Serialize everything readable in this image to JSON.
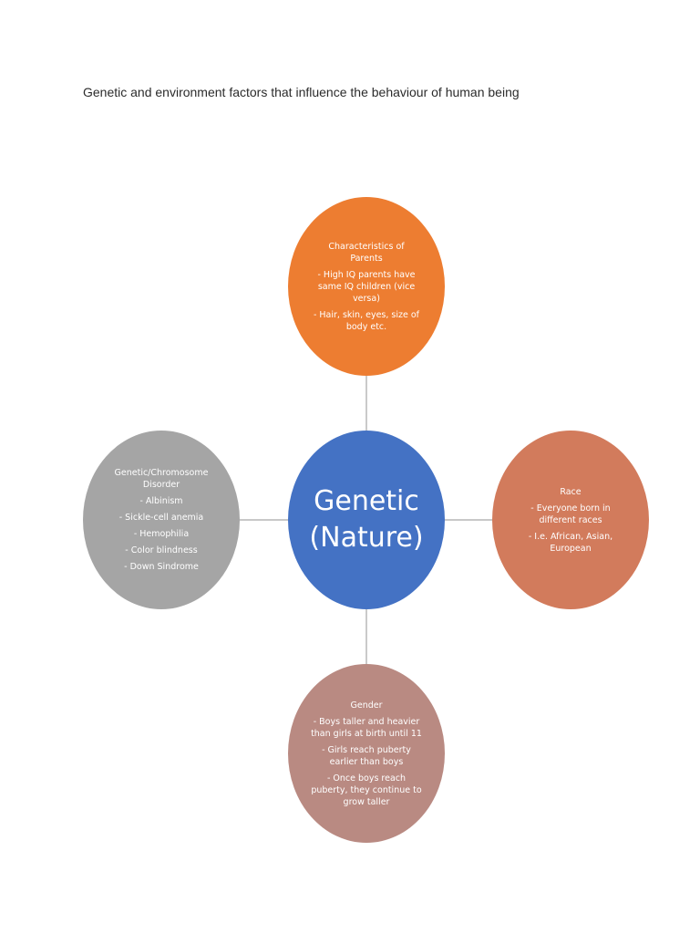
{
  "title": "Genetic and environment factors that influence the behaviour of human being",
  "center": {
    "line1": "Genetic",
    "line2": "(Nature)",
    "color": "#4472c4"
  },
  "nodes": {
    "top": {
      "color": "#ed7d31",
      "heading": "Characteristics of Parents",
      "items": [
        "- High IQ parents have same IQ children (vice versa)",
        "- Hair, skin, eyes, size of body etc."
      ]
    },
    "left": {
      "color": "#a5a5a5",
      "heading": "Genetic/Chromosome Disorder",
      "items": [
        "- Albinism",
        "- Sickle-cell anemia",
        "- Hemophilia",
        "- Color blindness",
        "- Down Sindrome"
      ]
    },
    "right": {
      "color": "#d27b5c",
      "heading": "Race",
      "items": [
        "- Everyone born in different races",
        "- I.e. African, Asian, European"
      ]
    },
    "bottom": {
      "color": "#b98a82",
      "heading": "Gender",
      "items": [
        "- Boys taller and heavier than girls at birth until 11",
        "- Girls reach puberty earlier than boys",
        "- Once boys reach puberty, they continue to grow taller"
      ]
    }
  }
}
